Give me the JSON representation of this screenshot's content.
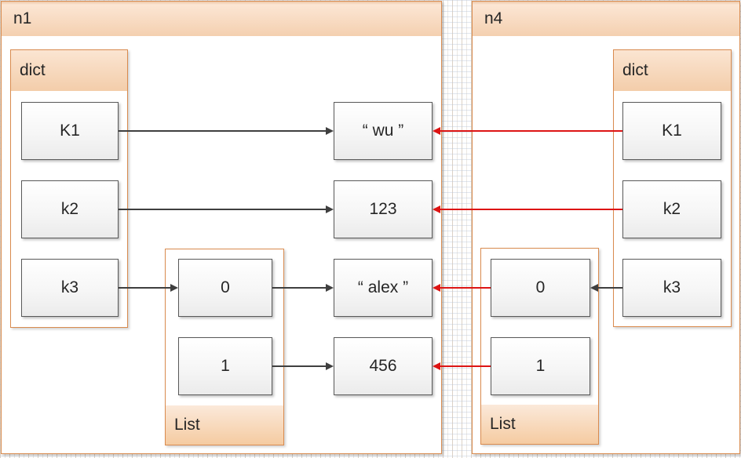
{
  "diagram": {
    "panels": {
      "n1": {
        "label": "n1",
        "dict": {
          "label": "dict",
          "keys": {
            "k1": "K1",
            "k2": "k2",
            "k3": "k3"
          }
        },
        "list": {
          "label": "List",
          "items": {
            "i0": "0",
            "i1": "1"
          }
        }
      },
      "n4": {
        "label": "n4",
        "dict": {
          "label": "dict",
          "keys": {
            "k1": "K1",
            "k2": "k2",
            "k3": "k3"
          }
        },
        "list": {
          "label": "List",
          "items": {
            "i0": "0",
            "i1": "1"
          }
        }
      }
    },
    "values": {
      "wu": "“ wu ”",
      "v123": "123",
      "alex": "“ alex ”",
      "v456": "456"
    },
    "edges": [
      {
        "from": "n1K1",
        "to": "wu",
        "color": "black"
      },
      {
        "from": "n1k2",
        "to": "v123",
        "color": "black"
      },
      {
        "from": "n1k3",
        "to": "n1L0",
        "color": "black"
      },
      {
        "from": "n1L0",
        "to": "alex",
        "color": "black"
      },
      {
        "from": "n1L1",
        "to": "v456",
        "color": "black"
      },
      {
        "from": "n4K1",
        "to": "wu",
        "color": "red"
      },
      {
        "from": "n4k2",
        "to": "v123",
        "color": "red"
      },
      {
        "from": "n4k3",
        "to": "n4L0",
        "color": "black"
      },
      {
        "from": "n4L0",
        "to": "alex",
        "color": "red"
      },
      {
        "from": "n4L1",
        "to": "v456",
        "color": "red"
      }
    ],
    "colors": {
      "arrow_black": "#3f3f3f",
      "arrow_red": "#dd1414",
      "panel_border": "#d98b4f",
      "box_border": "#595959"
    }
  }
}
